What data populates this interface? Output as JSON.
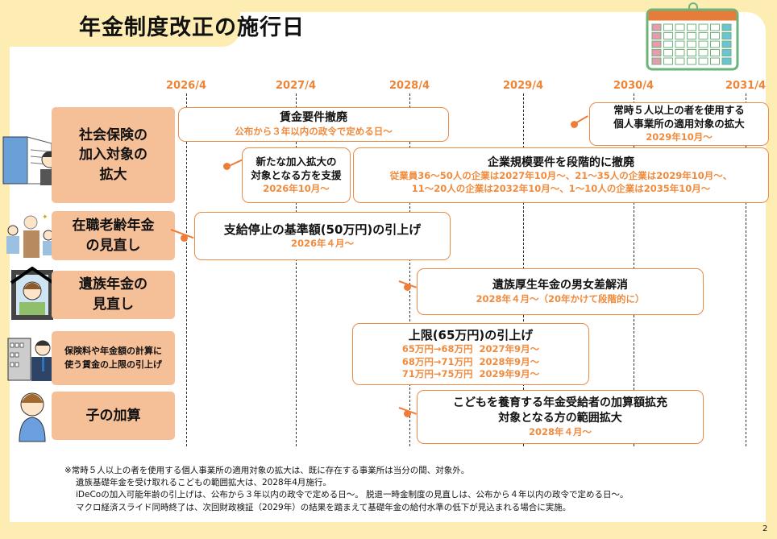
{
  "title": "年金制度改正の施行日",
  "years": [
    "2026/4",
    "2027/4",
    "2028/4",
    "2029/4",
    "2030/4",
    "2031/4"
  ],
  "categories": [
    {
      "label": "社会保険の\n加入対象の\n拡大"
    },
    {
      "label": "在職老齢年金\nの見直し"
    },
    {
      "label": "遺族年金の\n見直し"
    },
    {
      "label": "保険料や年金額の計算に\n使う賃金の上限の引上げ"
    },
    {
      "label": "子の加算"
    }
  ],
  "callouts": {
    "wage_req": {
      "title": "賃金要件撤廃",
      "sub": "公布から３年以内の政令で定める日～"
    },
    "sole_prop": {
      "title": "常時５人以上の者を使用する\n個人事業所の適用対象の拡大",
      "sub": "2029年10月～"
    },
    "support": {
      "title": "新たな加入拡大の\n対象となる方を支援",
      "sub": "2026年10月～"
    },
    "company_size": {
      "title": "企業規模要件を段階的に撤廃",
      "sub": "従業員36～50人の企業は2027年10月～、21～35人の企業は2029年10月～、\n11～20人の企業は2032年10月～、1～10人の企業は2035年10月～"
    },
    "zaishoku": {
      "title": "支給停止の基準額(50万円)の引上げ",
      "sub": "2026年４月～"
    },
    "izoku": {
      "title": "遺族厚生年金の男女差解消",
      "sub": "2028年４月～（20年かけて段階的に）"
    },
    "cap": {
      "title": "上限(65万円)の引上げ",
      "lines": [
        "65万円→68万円  2027年9月～",
        "68万円→71万円  2028年9月～",
        "71万円→75万円  2029年9月～"
      ]
    },
    "child": {
      "title": "こどもを養育する年金受給者の加算額拡充\n対象となる方の範囲拡大",
      "sub": "2028年４月～"
    }
  },
  "notes": [
    "※常時５人以上の者を使用する個人事業所の適用対象の拡大は、既に存在する事業所は当分の間、対象外。",
    "遺族基礎年金を受け取れるこどもの範囲拡大は、2028年4月施行。",
    "iDeCoの加入可能年齢の引上げは、公布から３年以内の政令で定める日～。 脱退一時金制度の見直しは、公布から４年以内の政令で定める日～。",
    "マクロ経済スライド同時終了は、次回財政検証（2029年）の結果を踏まえて基礎年金の給付水準の低下が見込まれる場合に実施。"
  ],
  "page_number": "2",
  "colors": {
    "accent": "#ee7d3a",
    "category": "#f5bf98",
    "background": "#fdedb3"
  }
}
